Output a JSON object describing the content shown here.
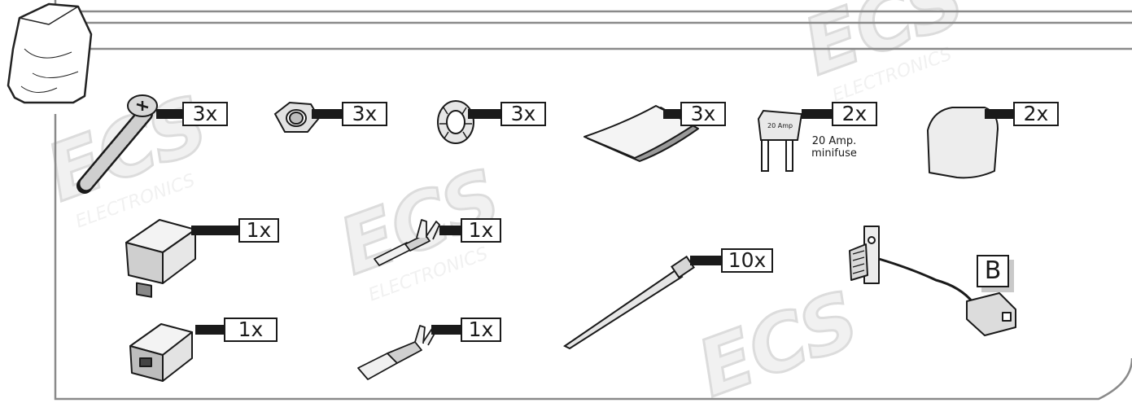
{
  "kit": {
    "quantities": {
      "screw": "3x",
      "nut": "3x",
      "washer": "3x",
      "pad": "3x",
      "fuse": "2x",
      "cap": "2x",
      "housing_male": "1x",
      "housing_female": "1x",
      "terminal_male": "1x",
      "terminal_female": "1x",
      "cable_tie": "10x"
    },
    "fuse_note_line1": "20 Amp.",
    "fuse_note_line2": "minifuse",
    "fuse_print": "20 Amp",
    "sensor_label": "B"
  },
  "watermark": {
    "brand": "ECS",
    "sub": "ELECTRONICS"
  },
  "colors": {
    "line": "#1a1a1a",
    "panel_border": "#8a8a8a",
    "watermark": "#e3e3e3",
    "bag_stroke": "#222222"
  }
}
